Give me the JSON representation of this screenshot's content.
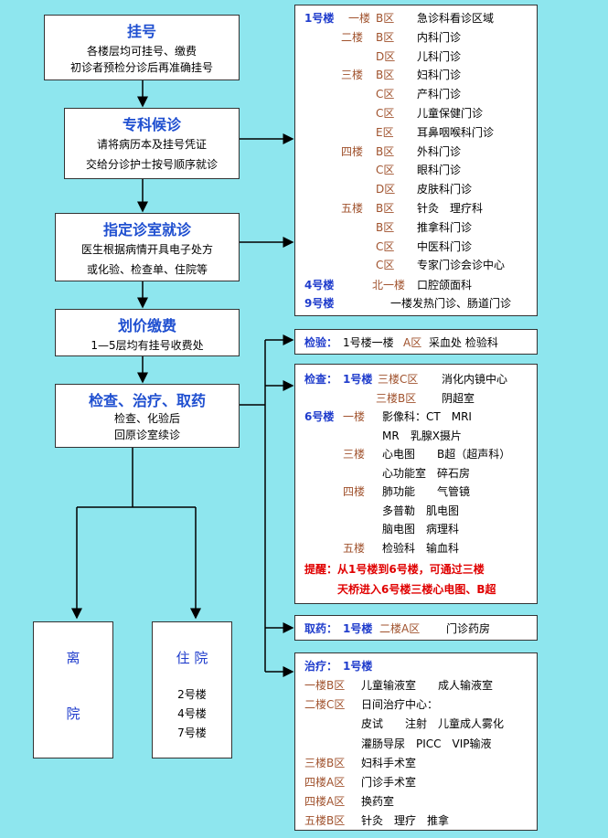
{
  "steps": [
    {
      "title": "挂号",
      "lines": [
        "各楼层均可挂号、缴费",
        "初诊者预检分诊后再准确挂号"
      ]
    },
    {
      "title": "专科候诊",
      "lines": [
        "请将病历本及挂号凭证",
        "交给分诊护士按号顺序就诊"
      ]
    },
    {
      "title": "指定诊室就诊",
      "lines": [
        "医生根据病情开具电子处方",
        "或化验、检查单、住院等"
      ]
    },
    {
      "title": "划价缴费",
      "lines": [
        "1—5层均有挂号收费处"
      ]
    },
    {
      "title": "检查、治疗、取药",
      "lines": [
        "检查、化验后",
        "回原诊室续诊"
      ]
    }
  ],
  "leave": {
    "line1": "离",
    "line2": "院"
  },
  "hospital": {
    "title": "住 院",
    "buildings": [
      "2号楼",
      "4号楼",
      "7号楼"
    ]
  },
  "dept_panel": {
    "rows": [
      {
        "b": "1号楼",
        "f": "一楼",
        "z": "B区",
        "d": "急诊科看诊区域"
      },
      {
        "b": "",
        "f": "二楼",
        "z": "B区",
        "d": "内科门诊"
      },
      {
        "b": "",
        "f": "",
        "z": "D区",
        "d": "儿科门诊"
      },
      {
        "b": "",
        "f": "三楼",
        "z": "B区",
        "d": "妇科门诊"
      },
      {
        "b": "",
        "f": "",
        "z": "C区",
        "d": "产科门诊"
      },
      {
        "b": "",
        "f": "",
        "z": "C区",
        "d": "儿童保健门诊"
      },
      {
        "b": "",
        "f": "",
        "z": "E区",
        "d": "耳鼻咽喉科门诊"
      },
      {
        "b": "",
        "f": "四楼",
        "z": "B区",
        "d": "外科门诊"
      },
      {
        "b": "",
        "f": "",
        "z": "C区",
        "d": "眼科门诊"
      },
      {
        "b": "",
        "f": "",
        "z": "D区",
        "d": "皮肤科门诊"
      },
      {
        "b": "",
        "f": "五楼",
        "z": "B区",
        "d": "针灸　理疗科"
      },
      {
        "b": "",
        "f": "",
        "z": "B区",
        "d": "推拿科门诊"
      },
      {
        "b": "",
        "f": "",
        "z": "C区",
        "d": "中医科门诊"
      },
      {
        "b": "",
        "f": "",
        "z": "C区",
        "d": "专家门诊会诊中心"
      }
    ],
    "extra": [
      {
        "b": "4号楼",
        "f": "北一楼",
        "d": "口腔颌面科"
      },
      {
        "b": "9号楼",
        "f": "",
        "d": "一楼发热门诊、肠道门诊"
      }
    ]
  },
  "lab_panel": {
    "label": "检验：",
    "text": "1号楼一楼",
    "zone": "A区",
    "rest": "采血处 检验科"
  },
  "exam_panel": {
    "label": "检查：",
    "lines": [
      {
        "a": "1号楼",
        "b": "三楼C区",
        "c": "消化内镜中心"
      },
      {
        "a": "",
        "b": "三楼B区",
        "c": "阴超室"
      },
      {
        "a": "6号楼",
        "b": "一楼",
        "c": "影像科：CT　MRI"
      },
      {
        "a": "",
        "b": "",
        "c": "MR　乳腺X摄片"
      },
      {
        "a": "",
        "b": "三楼",
        "c": "心电图　　B超（超声科）"
      },
      {
        "a": "",
        "b": "",
        "c": "心功能室　碎石房"
      },
      {
        "a": "",
        "b": "四楼",
        "c": "肺功能　　气管镜"
      },
      {
        "a": "",
        "b": "",
        "c": "多普勒　肌电图"
      },
      {
        "a": "",
        "b": "",
        "c": "脑电图　病理科"
      },
      {
        "a": "",
        "b": "五楼",
        "c": "检验科　输血科"
      }
    ],
    "tip1": "提醒：从1号楼到6号楼，可通过三楼",
    "tip2": "天桥进入6号楼三楼心电图、B超"
  },
  "pharmacy_panel": {
    "label": "取药：",
    "b": "1号楼",
    "f": "二楼A区",
    "d": "门诊药房"
  },
  "treat_panel": {
    "label": "治疗：",
    "b": "1号楼",
    "lines": [
      {
        "f": "一楼B区",
        "d": "儿童输液室　　成人输液室"
      },
      {
        "f": "二楼C区",
        "d": "日间治疗中心："
      },
      {
        "f": "",
        "d": "皮试　　注射　儿童成人雾化"
      },
      {
        "f": "",
        "d": "灌肠导尿　PICC　VIP输液"
      },
      {
        "f": "三楼B区",
        "d": "妇科手术室"
      },
      {
        "f": "四楼A区",
        "d": "门诊手术室"
      },
      {
        "f": "四楼A区",
        "d": "换药室"
      },
      {
        "f": "五楼B区",
        "d": "针灸　理疗　推拿"
      }
    ]
  }
}
